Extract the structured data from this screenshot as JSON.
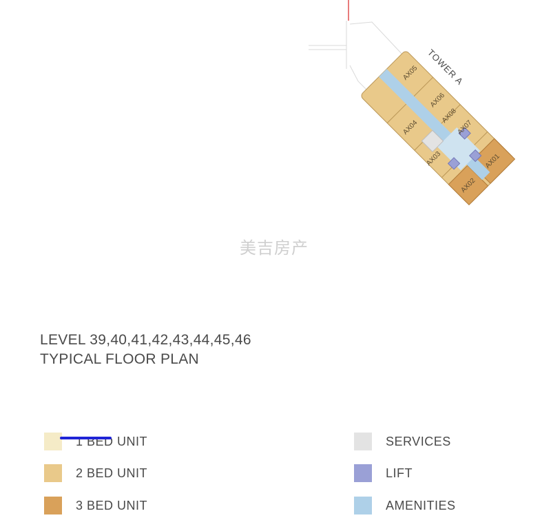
{
  "plan": {
    "tower_label": "TOWER A",
    "units": [
      {
        "id": "AX01",
        "type": "3bed"
      },
      {
        "id": "AX02",
        "type": "3bed"
      },
      {
        "id": "AX03",
        "type": "2bed"
      },
      {
        "id": "AX04",
        "type": "2bed"
      },
      {
        "id": "AX05",
        "type": "2bed"
      },
      {
        "id": "AX06",
        "type": "2bed"
      },
      {
        "id": "AX07",
        "type": "2bed"
      },
      {
        "id": "AX08",
        "type": "2bed"
      }
    ]
  },
  "watermark": "美吉房产",
  "title": {
    "line1": "LEVEL 39,40,41,42,43,44,45,46",
    "line2": "TYPICAL FLOOR PLAN"
  },
  "legend": {
    "one_bed": {
      "label": "1 BED UNIT",
      "color": "#f5ebc7"
    },
    "two_bed": {
      "label": "2 BED UNIT",
      "color": "#e9c98a"
    },
    "three_bed": {
      "label": "3 BED UNIT",
      "color": "#d9a15a"
    },
    "services": {
      "label": "SERVICES",
      "color": "#e3e3e3"
    },
    "lift": {
      "label": "LIFT",
      "color": "#9aa0d6"
    },
    "amenities": {
      "label": "AMENITIES",
      "color": "#aed0e8"
    }
  }
}
